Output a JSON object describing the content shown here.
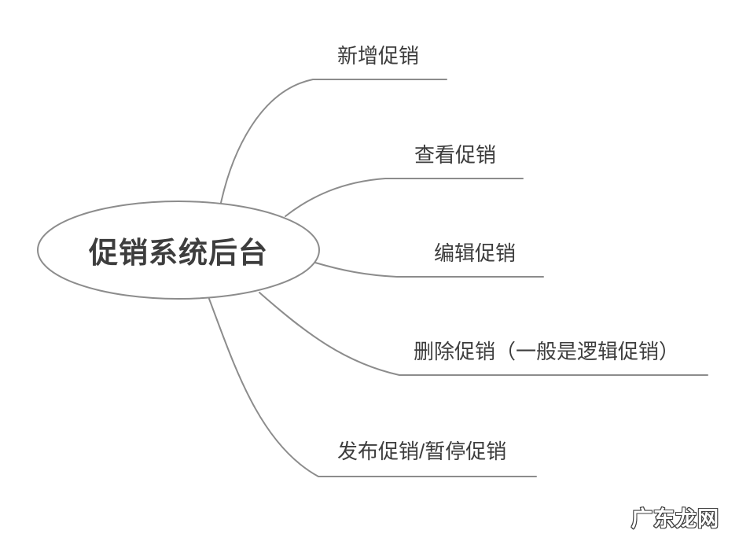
{
  "diagram": {
    "type": "mindmap",
    "central_topic": "促销系统后台",
    "branches": [
      {
        "label": "新增促销"
      },
      {
        "label": "查看促销"
      },
      {
        "label": "编辑促销"
      },
      {
        "label": "删除促销（一般是逻辑促销）"
      },
      {
        "label": "发布促销/暂停促销"
      }
    ],
    "watermark": "广东龙网",
    "colors": {
      "line": "#8c8c8c",
      "text": "#3d3d3d",
      "background": "#ffffff",
      "watermark_fill": "#ffffff",
      "watermark_outline": "#3f3f3f"
    }
  }
}
